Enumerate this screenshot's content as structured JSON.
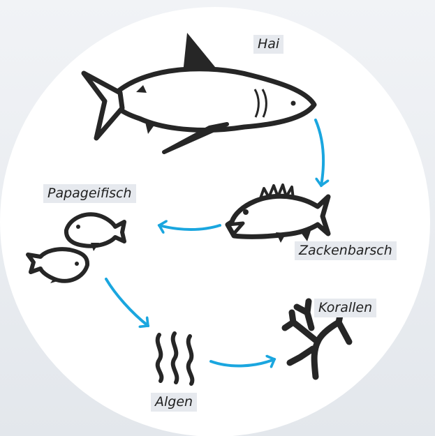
{
  "labels": {
    "shark": "Hai",
    "grouper": "Zackenbarsch",
    "parrotfish": "Papageifisch",
    "algae": "Algen",
    "coral": "Korallen"
  },
  "colors": {
    "arrow": "#1aa6df",
    "ink": "#262626",
    "circle": "#ffffff",
    "label_bg": "#e6e9ee"
  },
  "icons": [
    "shark-icon",
    "grouper-icon",
    "parrotfish-icon",
    "algae-icon",
    "coral-icon"
  ]
}
